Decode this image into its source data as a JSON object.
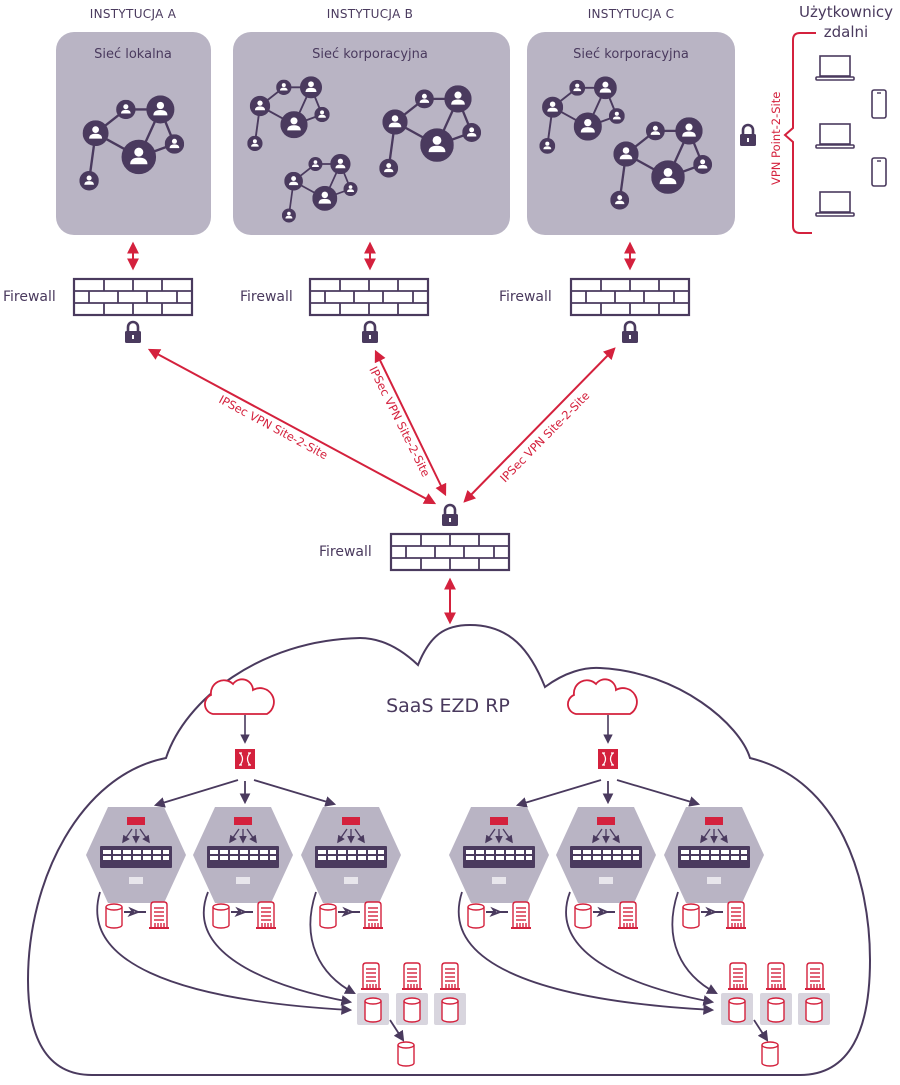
{
  "colors": {
    "primary": "#4a3a5e",
    "accent": "#d4213d",
    "panel": "#b9b4c4",
    "panel_light": "#d8d5de"
  },
  "institutions": [
    {
      "title": "INSTYTUCJA A",
      "network_label": "Sieć lokalna",
      "firewall_label": "Firewall",
      "clusters": 1
    },
    {
      "title": "INSTYTUCJA B",
      "network_label": "Sieć korporacyjna",
      "firewall_label": "Firewall",
      "clusters": 3
    },
    {
      "title": "INSTYTUCJA C",
      "network_label": "Sieć korporacyjna",
      "firewall_label": "Firewall",
      "clusters": 2
    }
  ],
  "remote_users": {
    "title_line1": "Użytkownicy",
    "title_line2": "zdalni",
    "vpn_label": "VPN Point-2-Site",
    "devices": [
      "laptop",
      "phone",
      "laptop",
      "phone",
      "laptop"
    ]
  },
  "vpn_links": [
    {
      "label": "IPSec VPN Site-2-Site",
      "from": "INSTYTUCJA A"
    },
    {
      "label": "IPSec VPN Site-2-Site",
      "from": "INSTYTUCJA B"
    },
    {
      "label": "IPSec VPN Site-2-Site",
      "from": "INSTYTUCJA C"
    }
  ],
  "central_firewall": {
    "label": "Firewall"
  },
  "saas": {
    "title": "SaaS EZD RP",
    "zones": [
      {
        "nodes": 3,
        "storage_servers": 3,
        "backup": 1
      },
      {
        "nodes": 3,
        "storage_servers": 3,
        "backup": 1
      }
    ]
  },
  "icons": {
    "lock": "lock-icon",
    "firewall": "brick-wall-icon",
    "user": "user-icon",
    "laptop": "laptop-icon",
    "phone": "phone-icon",
    "cloud": "cloud-icon",
    "switch": "switch-icon",
    "database": "database-icon",
    "server": "server-icon"
  }
}
